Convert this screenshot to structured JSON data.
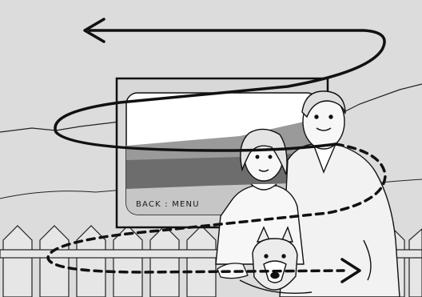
{
  "screen": {
    "back_label": "BACK : MENU"
  },
  "illustration": {
    "subjects": [
      "man",
      "woman",
      "dog"
    ],
    "scan_path": "zigzag-arrows"
  }
}
